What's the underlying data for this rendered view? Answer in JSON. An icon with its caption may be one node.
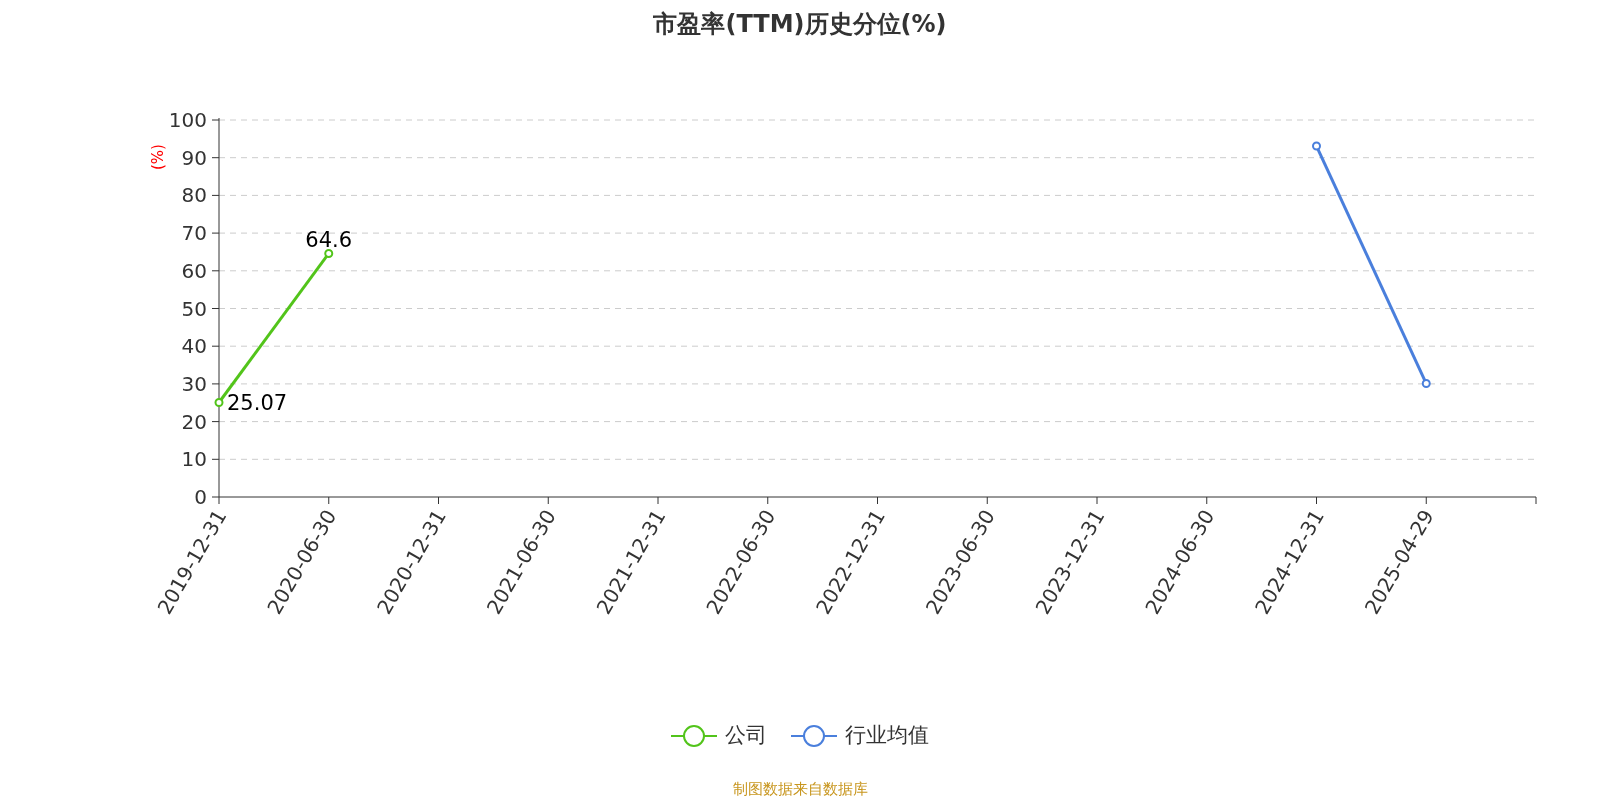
{
  "diagram": {
    "title": "市盈率(TTM)历史分位(%)",
    "caption": "制图数据来自数据库",
    "chart_data": {
      "type": "line",
      "ylabel": "(%)",
      "categories": [
        "2019-12-31",
        "2020-06-30",
        "2020-12-31",
        "2021-06-30",
        "2021-12-31",
        "2022-06-30",
        "2022-12-31",
        "2023-06-30",
        "2023-12-31",
        "2024-06-30",
        "2024-12-31",
        "2025-04-29"
      ],
      "series": [
        {
          "name": "公司",
          "color": "#52c41a",
          "marker": "circle",
          "values": [
            25.07,
            64.6,
            null,
            null,
            null,
            null,
            null,
            null,
            null,
            null,
            null,
            null
          ]
        },
        {
          "name": "行业均值",
          "color": "#4a7fdc",
          "marker": "circle",
          "values": [
            null,
            null,
            null,
            null,
            null,
            null,
            null,
            null,
            null,
            null,
            93.1,
            30.1
          ]
        }
      ],
      "ylim": [
        0,
        100
      ],
      "yticks": [
        0,
        10,
        20,
        30,
        40,
        50,
        60,
        70,
        80,
        90,
        100
      ],
      "grid": true,
      "annotations": [
        {
          "x": "2019-12-31",
          "y": 25.07,
          "text": "25.07"
        },
        {
          "x": "2020-06-30",
          "y": 64.6,
          "text": "64.6"
        }
      ]
    }
  }
}
